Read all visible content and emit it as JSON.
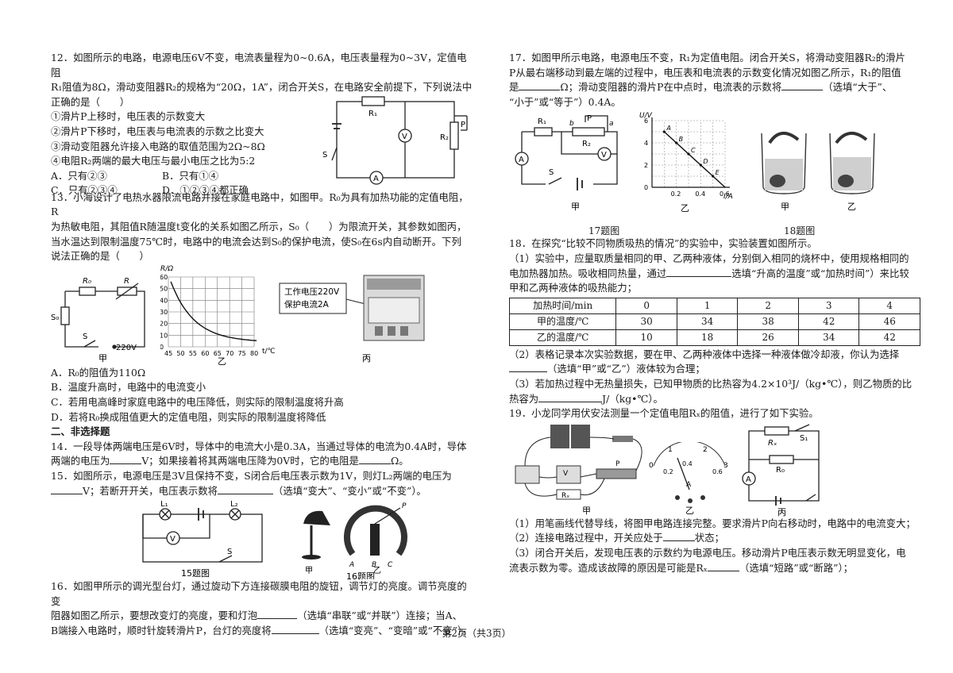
{
  "q12": {
    "l1": "12．如图所示的电路，电源电压6V不变，电流表量程为0~0.6A，电压表量程为0~3V，定值电阻",
    "l2": "R₁阻值为8Ω，滑动变阻器R₂的规格为“20Ω，1A”，闭合开关S，在电路安全前提下，下列说法中",
    "l3": "正确的是（　　）",
    "o1": "①滑片P上移时，电压表的示数变大",
    "o2": "②滑片P下移时，电压表与电流表的示数之比变大",
    "o3": "③滑动变阻器允许接入电路的取值范围为2Ω~8Ω",
    "o4": "④电阻R₂两端的最大电压与最小电压之比为5:2",
    "a": "A．只有②③",
    "b": "B．只有①④",
    "c": "C．只有②③④",
    "d": "D．①②③④都正确",
    "fig": {
      "r1": "R₁",
      "r2": "R₂",
      "p": "P",
      "s": "S",
      "v": "V",
      "a": "A"
    }
  },
  "q13": {
    "l1": "13．小海设计了电热水器限流电路并接在家庭电路中，如图甲。R₀为具有加热功能的定值电阻，R",
    "l2": "为热敏电阻，其阻值R随温度t变化的关系如图乙所示，S₀（　　）为限流开关，其参数如图丙，",
    "l3": "当水温达到限制温度75℃时，电路中的电流会达到S₀的保护电流，使S₀在6s内自动断开。下列",
    "l4": "说法正确的是（　　）",
    "fig_jia": {
      "r0": "R₀",
      "r": "R",
      "s0": "S₀",
      "s": "S",
      "v": "220V",
      "label": "甲"
    },
    "fig_yi": {
      "label": "乙",
      "ylabel": "R/Ω",
      "xlabel": "t/℃",
      "yticks": [
        "60",
        "50",
        "40",
        "30",
        "20",
        "10",
        "0"
      ],
      "xticks": [
        "45",
        "50",
        "55",
        "60",
        "65",
        "70",
        "75",
        "80"
      ]
    },
    "fig_bing": {
      "label": "丙",
      "note1": "工作电压220V",
      "note2": "保护电流2A"
    },
    "a": "A．R₀的阻值为110Ω",
    "b": "B．温度升高时，电路中的电流变小",
    "c": "C．若用电高峰时家庭电路中的电压降低，则实际的限制温度将升高",
    "d": "D．若将R₀换成阻值更大的定值电阻，则实际的限制温度将降低"
  },
  "sec2": "二、非选择题",
  "q14": {
    "l1": "14．一段导体两端电压是6V时，导体中的电流大小是0.3A，当通过导体的电流为0.4A时，导体",
    "l2a": "两端的电压为",
    "l2b": "V；如果接着将其两端电压降为0V时，它的电阻是",
    "l2c": "Ω。"
  },
  "q15": {
    "l1": "15．如图所示，电源电压是3V且保持不变，S闭合后电压表示数为1V，则灯L₂两端的电压为",
    "l2a": "V；若断开开关，电压表示数将",
    "l2b": "（选填“变大”、“变小”或“不变”）。",
    "fig": {
      "l1": "L₁",
      "l2": "L₂",
      "v": "V",
      "s": "S",
      "caption": "15题图"
    }
  },
  "q16fig": {
    "jia": "甲",
    "yi": "乙",
    "a": "A",
    "b": "B",
    "c": "C",
    "p": "P",
    "caption": "16题图"
  },
  "q16": {
    "l1": "16．如图甲所示的调光型台灯，通过旋动下方连接碳膜电阻的旋钮，调节灯的亮度。调节亮度的变",
    "l2a": "阻器如图乙所示，要想改变灯的亮度，要和灯泡",
    "l2b": "（选填“串联”或“并联”）连接；当A、",
    "l3a": "B端接入电路时，顺时针旋转滑片P，台灯的亮度将",
    "l3b": "（选填“变亮”、“变暗”或“不变”）。"
  },
  "q17": {
    "l1": "17．如图甲所示电路，电源电压不变，R₁为定值电阻。闭合开关S，将滑动变阻器R₂的滑片",
    "l2": "P从最右端移动到最左端的过程中，电压表和电流表的示数变化情况如图乙所示，R₁的阻值",
    "l3a": "是",
    "l3b": "Ω；滑动变阻器的滑片P在中点时，电流表的示数将",
    "l3c": "（选填“大于”、",
    "l4": "“小于”或“等于”）0.4A。",
    "fig_jia": {
      "r1": "R₁",
      "r2": "R₂",
      "b": "b",
      "p": "P",
      "a": "a",
      "v": "V",
      "am": "A",
      "s": "S",
      "label": "甲"
    },
    "fig_yi": {
      "ylabel": "U/V",
      "xlabel": "I/A",
      "yticks": [
        "6",
        "4",
        "2",
        "0"
      ],
      "xticks": [
        "0.2",
        "0.4",
        "0.6"
      ],
      "points": [
        "A",
        "B",
        "C",
        "D",
        "E"
      ],
      "label": "乙"
    },
    "caption": "17题图"
  },
  "q18fig": {
    "jia": "甲",
    "yi": "乙",
    "caption": "18题图"
  },
  "q18": {
    "l1": "18．在探究“比较不同物质吸热的情况”的实验中，实验装置如图所示。",
    "l2": "（1）实验中，应量取质量相同的甲、乙两种液体，分别倒入相同的烧杯中，使用规格相同的",
    "l3a": "电加热器加热。吸收相同热量，通过",
    "l3b": "选填“升高的温度”或“加热时间”）来比较",
    "l4": "甲和乙两种液体的吸热能力；",
    "table": {
      "rows": [
        [
          "加热时间/min",
          "0",
          "1",
          "2",
          "3",
          "4"
        ],
        [
          "甲的温度/℃",
          "30",
          "34",
          "38",
          "42",
          "46"
        ],
        [
          "乙的温度/℃",
          "10",
          "18",
          "26",
          "34",
          "42"
        ]
      ]
    },
    "p2a": "（2）表格记录本次实验数据，要在甲、乙两种液体中选择一种液体做冷却液，你认为选择",
    "p2b": "（选填“甲”或“乙”）液体较为合理；",
    "p3a": "（3）若加热过程中无热量损失，已知甲物质的比热容为4.2×10³J/（kg•℃），则乙物质的比",
    "p3b": "热容为",
    "p3c": "J/（kg•℃）。"
  },
  "q19": {
    "l1": "19．小龙同学用伏安法测量一个定值电阻Rₓ的阻值，进行了如下实验。",
    "fig_jia": {
      "label": "甲",
      "p": "P",
      "rx": "Rₓ",
      "v": "V"
    },
    "fig_yi": {
      "label": "乙",
      "ticks": [
        "0",
        "1",
        "2",
        "3"
      ],
      "sub": [
        "0.2",
        "0.4",
        "0.6"
      ],
      "a": "A"
    },
    "fig_bing": {
      "label": "丙",
      "rx": "Rₓ",
      "r0": "R₀",
      "s1": "S₁",
      "a": "A"
    },
    "p1": "（1）用笔画线代替导线，将图甲电路连接完整。要求滑片P向右移动时，电路中的电流变大；",
    "p2a": "（2）连接电路过程中，开关应处于",
    "p2b": "状态；",
    "p3": "（3）闭合开关后，发现电压表的示数约为电源电压。移动滑片P电压表示数无明显变化，电",
    "p4a": "流表示数为零。造成该故障的原因是可能是Rₓ",
    "p4b": "（选填“短路”或“断路”）；"
  },
  "footer": "第2页（共3页）"
}
